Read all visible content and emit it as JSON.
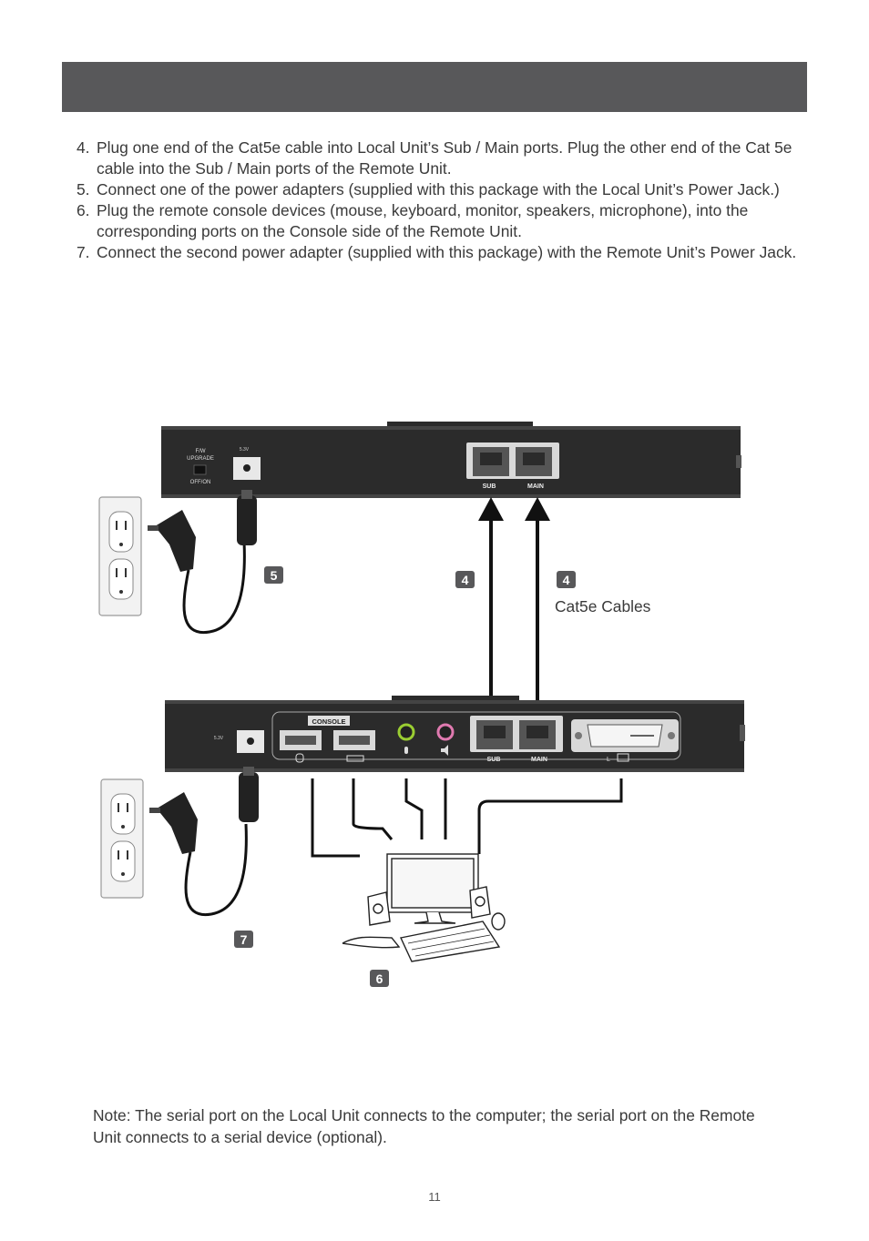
{
  "steps": [
    {
      "num": "4.",
      "text": "Plug one end of the Cat5e cable into Local Unit’s  Sub / Main ports. Plug the other end of the Cat 5e cable into the Sub / Main ports of the Remote Unit."
    },
    {
      "num": "5.",
      "text": "Connect one of the power adapters (supplied with this package with the Local Unit’s Power Jack.)"
    },
    {
      "num": "6.",
      "text": "Plug the remote console devices (mouse, keyboard, monitor, speakers, microphone), into the corresponding ports on the Console side of the Remote Unit."
    },
    {
      "num": "7.",
      "text": "Connect the second power adapter (supplied with this package) with the Remote Unit’s Power Jack."
    }
  ],
  "diagram": {
    "local_unit": {
      "fw_label_1": "F/W",
      "fw_label_2": "UPGRADE",
      "off_on_label": "OFF/ON",
      "power_label": "5.3V",
      "sub_label": "SUB",
      "main_label": "MAIN"
    },
    "remote_unit": {
      "power_label": "5.3V",
      "console_label": "CONSOLE",
      "sub_label": "SUB",
      "main_label": "MAIN",
      "dvi_label": "L"
    },
    "callouts": {
      "step5": "5",
      "step4_a": "4",
      "step4_b": "4",
      "step7": "7",
      "step6": "6"
    },
    "cable_caption": "Cat5e Cables"
  },
  "note": "Note:  The serial port on the Local Unit connects to the computer; the serial port on the Remote Unit connects to a serial device (optional).",
  "page_number": "11",
  "colors": {
    "header": "#58585a",
    "unit_body": "#2b2b2b",
    "callout": "#58585a"
  }
}
